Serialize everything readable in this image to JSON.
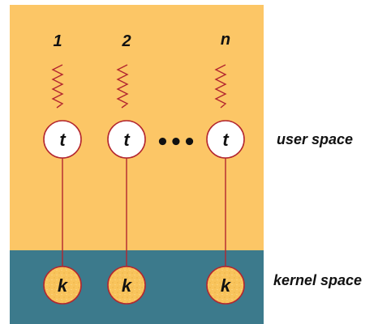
{
  "threads": [
    {
      "number": "1",
      "user_thread": "t",
      "kernel_thread": "k"
    },
    {
      "number": "2",
      "user_thread": "t",
      "kernel_thread": "k"
    },
    {
      "number": "n",
      "user_thread": "t",
      "kernel_thread": "k"
    }
  ],
  "ellipsis": "•••",
  "regions": {
    "user_space_label": "user space",
    "kernel_space_label": "kernel space"
  },
  "colors": {
    "user_space": "#fcc666",
    "kernel_space": "#3c7a8c",
    "thread_line": "#b3262f",
    "kernel_thread_fill": "#f9c45c",
    "user_thread_fill": "#ffffff"
  }
}
